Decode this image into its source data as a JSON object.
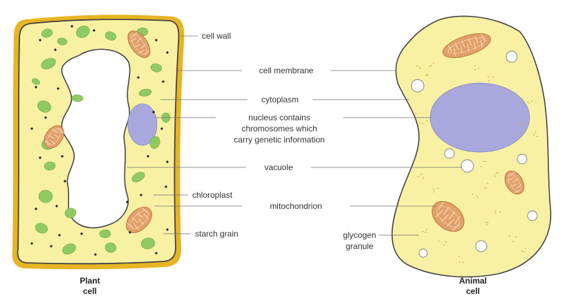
{
  "colors": {
    "cytoplasm": "#f8f1a4",
    "cell_wall": "#e7b523",
    "membrane": "#444444",
    "chloroplast": "#8fca62",
    "nucleus": "#a8a8dc",
    "mitochondrion": "#e2a06a",
    "vacuole": "#ffffff"
  },
  "labels": {
    "cell_wall": "cell wall",
    "cell_membrane": "cell membrane",
    "cytoplasm": "cytoplasm",
    "nucleus_line1": "nucleus contains",
    "nucleus_line2": "chromosomes which",
    "nucleus_line3": "carry genetic information",
    "vacuole": "vacuole",
    "chloroplast": "chloroplast",
    "mitochondrion": "mitochondrion",
    "starch_grain": "starch grain",
    "glycogen_line1": "glycogen",
    "glycogen_line2": "granule"
  },
  "captions": {
    "plant_line1": "Plant",
    "plant_line2": "cell",
    "animal_line1": "Animal",
    "animal_line2": "cell"
  }
}
